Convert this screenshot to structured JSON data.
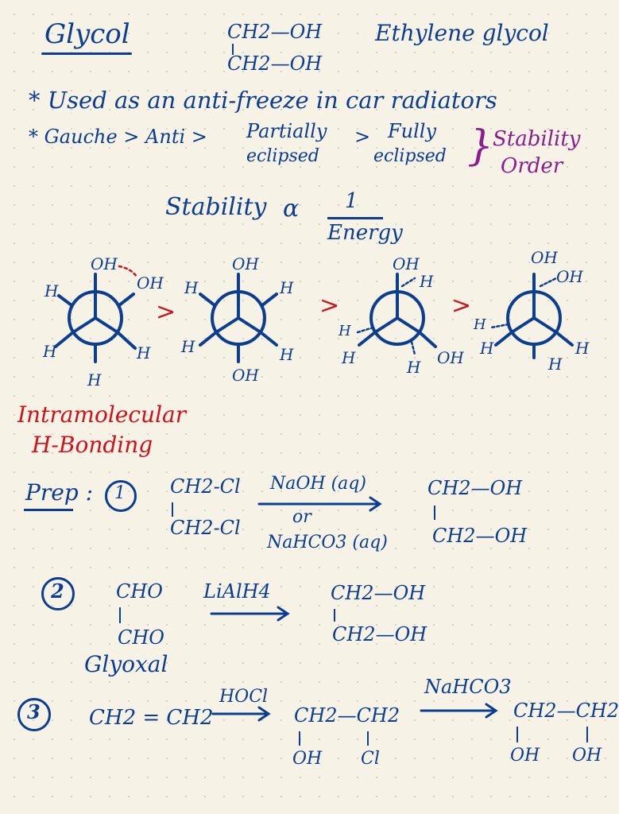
{
  "header": {
    "title": "Glycol",
    "formula_line1": "CH2—OH",
    "formula_line2": "CH2—OH",
    "name": "Ethylene glycol"
  },
  "notes": {
    "bullet_1": "* Used as an anti-freeze in car radiators",
    "bullet_2_prefix": "* Gauche > Anti >",
    "bullet_2_partially": "Partially",
    "bullet_2_eclipsed_1": "eclipsed",
    "bullet_2_gt": ">",
    "bullet_2_fully": "Fully",
    "bullet_2_eclipsed_2": "eclipsed",
    "stability_label_1": "Stability",
    "stability_label_2": "Order"
  },
  "relation": {
    "lhs": "Stability",
    "symbol": "α",
    "numerator": "1",
    "denominator": "Energy"
  },
  "newman": {
    "gt": ">",
    "projections": [
      {
        "top": "OH",
        "top_right": "OH",
        "left_up": "H",
        "left_down": "H",
        "bottom": "H",
        "right_down": "H"
      },
      {
        "top": "OH",
        "left_up": "H",
        "right_up": "H",
        "left_down": "H",
        "right_down": "H",
        "bottom": "OH"
      },
      {
        "top": "OH",
        "top_right": "H",
        "left": "H",
        "left_down": "H",
        "bottom": "H",
        "right_down": "OH"
      },
      {
        "top": "OH",
        "top_right": "OH",
        "left": "H",
        "left_down": "H",
        "bottom": "H",
        "right_down": "H"
      }
    ]
  },
  "hbond": {
    "line1": "Intramolecular",
    "line2": "H-Bonding"
  },
  "prep": {
    "label": "Prep :",
    "step1": {
      "num": "1",
      "reactant_1": "CH2-Cl",
      "reactant_2": "CH2-Cl",
      "reagent_top": "NaOH (aq)",
      "reagent_or": "or",
      "reagent_bottom": "NaHCO3 (aq)",
      "product_1": "CH2—OH",
      "product_2": "CH2—OH"
    },
    "step2": {
      "num": "2",
      "reactant_1": "CHO",
      "reactant_2": "CHO",
      "reagent": "LiAlH4",
      "product_1": "CH2—OH",
      "product_2": "CH2—OH",
      "name": "Glyoxal"
    },
    "step3": {
      "num": "3",
      "reactant": "CH2 = CH2",
      "reagent_1": "HOCl",
      "intermediate": "CH2—CH2",
      "intermediate_sub_1": "OH",
      "intermediate_sub_2": "Cl",
      "reagent_2": "NaHCO3",
      "product": "CH2—CH2",
      "product_sub_1": "OH",
      "product_sub_2": "OH"
    }
  },
  "colors": {
    "ink": "#0b3d91",
    "red": "#d0101a",
    "purple": "#8a1e8c",
    "paper": "#f6f2e6"
  }
}
